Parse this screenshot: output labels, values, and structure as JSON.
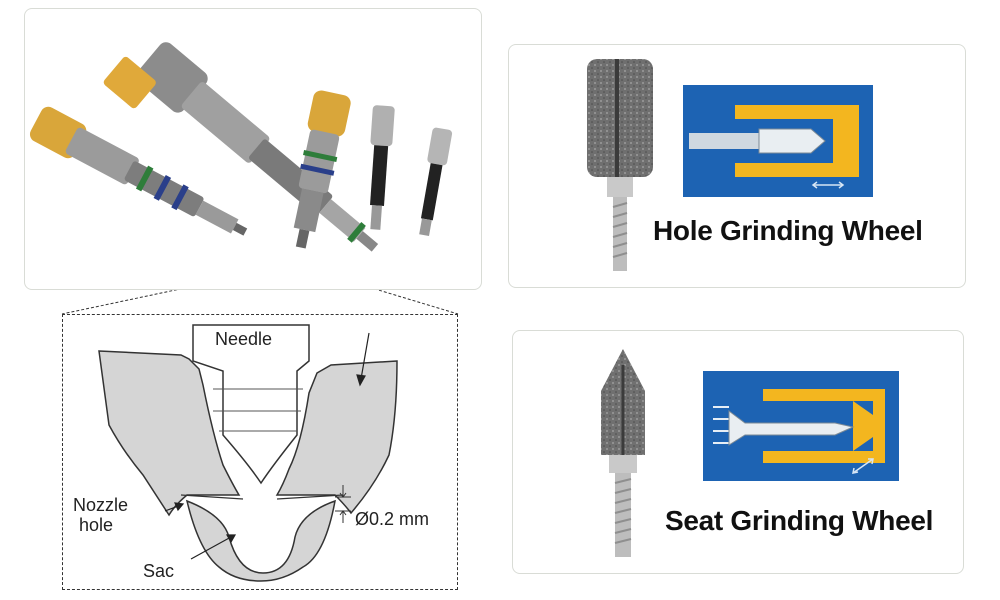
{
  "hole_wheel": {
    "title": "Hole Grinding Wheel"
  },
  "seat_wheel": {
    "title": "Seat Grinding Wheel"
  },
  "nozzle_diagram": {
    "needle_label": "Needle",
    "nozzle_hole_label_line1": "Nozzle",
    "nozzle_hole_label_line2": "hole",
    "sac_label": "Sac",
    "diameter_label": "Ø0.2 mm"
  },
  "colors": {
    "schematic_blue": "#1d63b3",
    "schematic_yellow": "#f3b61f",
    "diagram_fill": "#d5d5d5",
    "injector_body": "#8a8a8a",
    "injector_accent_yellow": "#d9a63a"
  }
}
